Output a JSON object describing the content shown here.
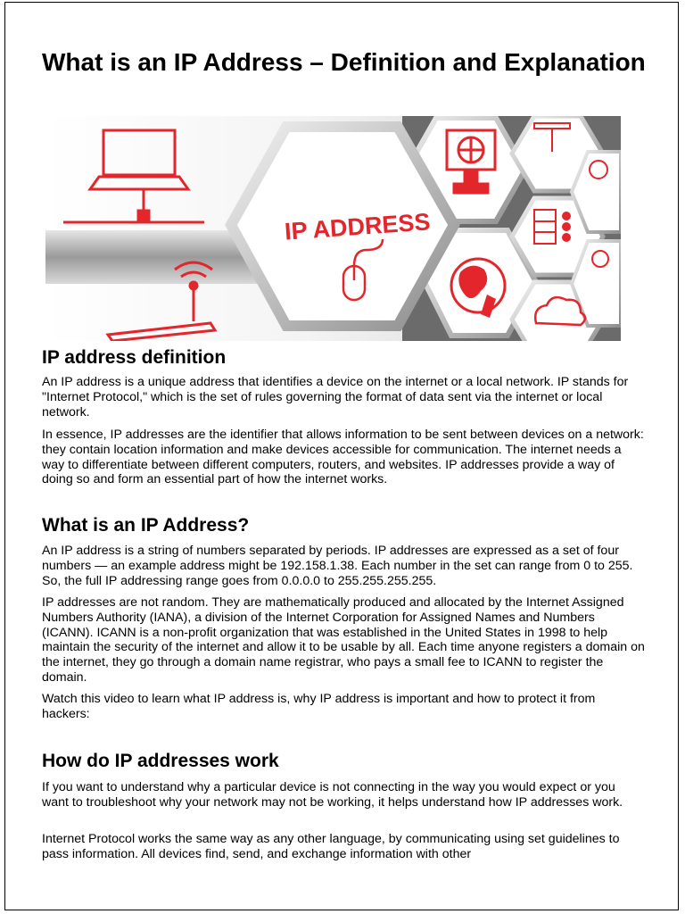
{
  "article": {
    "title": "What is an IP Address – Definition and Explanation",
    "hero_label": "IP ADDRESS",
    "sections": [
      {
        "heading": "IP address definition",
        "paragraphs": [
          "An IP address is a unique address that identifies a device on the internet or a local network. IP stands for \"Internet Protocol,\" which is the set of rules governing the format of data sent via the internet or local network.",
          "In essence, IP addresses are the identifier that allows information to be sent between devices on a network: they contain location information and make devices accessible for communication. The internet needs a way to differentiate between different computers, routers, and websites. IP addresses provide a way of doing so and form an essential part of how the internet works."
        ]
      },
      {
        "heading": "What is an IP Address?",
        "paragraphs": [
          "An IP address is a string of numbers separated by periods. IP addresses are expressed as a set of four numbers — an example address might be 192.158.1.38. Each number in the set can range from 0 to 255. So, the full IP addressing range goes from 0.0.0.0 to 255.255.255.255.",
          "IP addresses are not random. They are mathematically produced and allocated by the Internet Assigned Numbers Authority (IANA), a division of the Internet Corporation for Assigned Names and Numbers (ICANN). ICANN is a non-profit organization that was established in the United States in 1998 to help maintain the security of the internet and allow it to be usable by all. Each time anyone registers a domain on the internet, they go through a domain name registrar, who pays a small fee to ICANN to register the domain.",
          "Watch this video to learn what IP address is, why IP address is important and how to protect it from hackers:"
        ]
      },
      {
        "heading": "How do IP addresses work",
        "paragraphs": [
          "If you want to understand why a particular device is not connecting in the way you would expect or you want to troubleshoot why your network may not be working, it helps understand how IP addresses work.",
          "Internet Protocol works the same way as any other language, by communicating using set guidelines to pass information. All devices find, send, and exchange information with other"
        ]
      }
    ]
  },
  "colors": {
    "text": "#000000",
    "accent_red": "#e3262b",
    "border": "#000000"
  },
  "icons": [
    "laptop-icon",
    "mouse-icon",
    "monitor-globe-icon",
    "globe-icon",
    "router-icon",
    "server-icon",
    "cloud-icon"
  ]
}
